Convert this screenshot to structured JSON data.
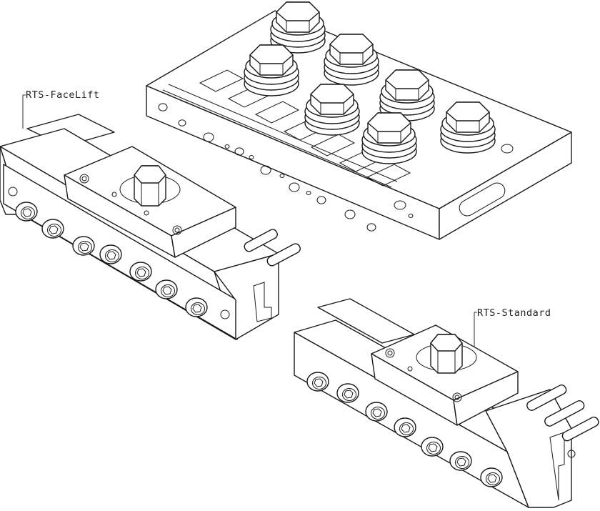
{
  "labels": {
    "facelift": "RTS-FaceLift",
    "standard": "RTS-Standard"
  },
  "colors": {
    "line": "#1a1a1a",
    "background": "#ffffff"
  },
  "parts": {
    "plate_nuts": 7,
    "facelift_ports": 7,
    "standard_ports": 7
  }
}
